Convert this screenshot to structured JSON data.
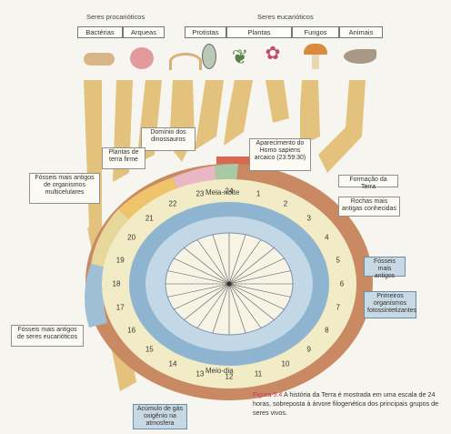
{
  "header": {
    "prokaryotes": "Seres procarióticos",
    "eukaryotes": "Seres eucarióticos",
    "groups": [
      "Bactérias",
      "Arqueas",
      "Protistas",
      "Plantas",
      "Fungos",
      "Animais"
    ]
  },
  "events": {
    "dinosaurs": "Domínio dos dinossauros",
    "land_plants": "Plantas de terra firme",
    "homo": "Aparecimento do Homo sapiens arcaico (23:59:30)",
    "multicellular": "Fósseis mais antigos de organismos multicelulares",
    "earth_formation": "Formação da Terra",
    "oldest_rocks": "Rochas mais antigas conhecidas",
    "oldest_fossils": "Fósseis mais antigos",
    "photosynthesizers": "Primeiros organismos fotossintetizantes",
    "eukaryote_fossils": "Fósseis mais antigos de seres eucarióticos",
    "oxygen": "Acúmulo de gás oxigênio na atmosfera"
  },
  "clock": {
    "midnight": "Meia-noite",
    "noon": "Meio-dia",
    "hours": [
      "24",
      "1",
      "2",
      "3",
      "4",
      "5",
      "6",
      "7",
      "8",
      "9",
      "10",
      "11",
      "12",
      "13",
      "14",
      "15",
      "16",
      "17",
      "18",
      "19",
      "20",
      "21",
      "22",
      "23"
    ]
  },
  "caption": {
    "figure": "Figura 5.4",
    "text": "A história da Terra é mostrada em uma escala de 24 horas, sobreposta à árvore filogenética dos principais grupos de seres vivos."
  },
  "colors": {
    "tree": "#e2c27c",
    "ring": "#c98a63",
    "inner_ring": "#8fb4cf",
    "face": "#f2ecc6",
    "accent": "#c23a5a"
  }
}
